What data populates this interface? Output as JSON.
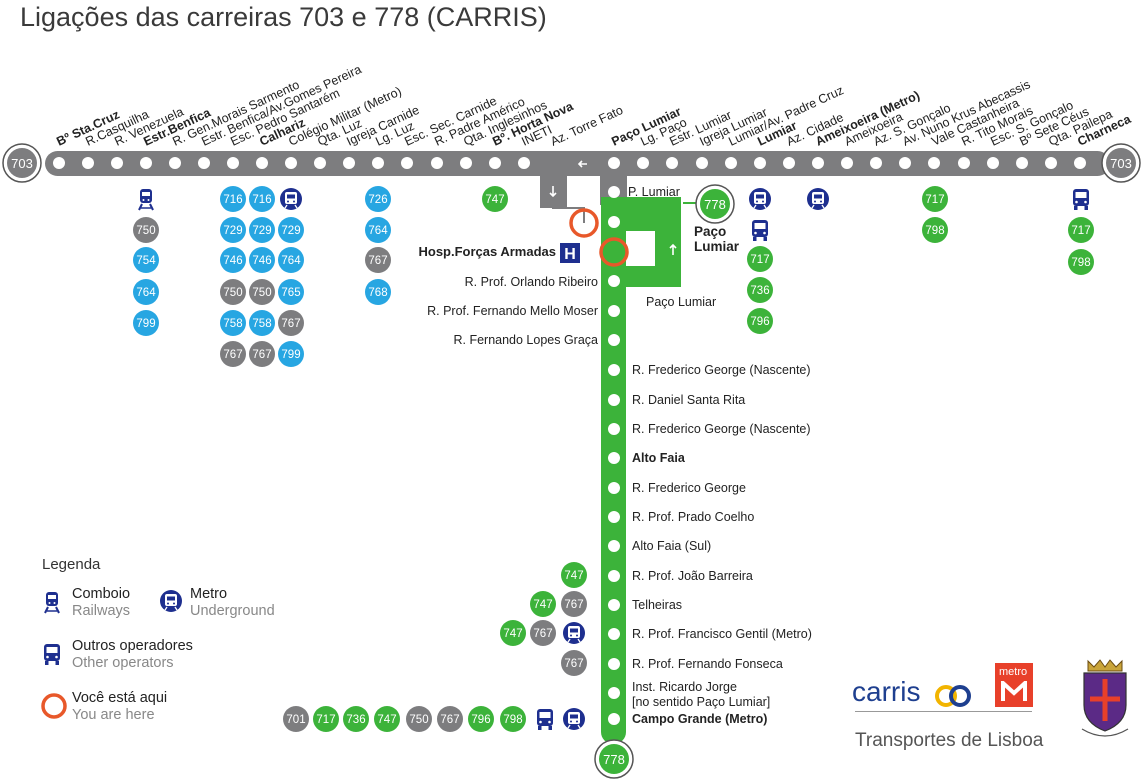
{
  "title": "Ligações das carreiras 703 e 778 (CARRIS)",
  "route_703_label": "703",
  "route_778_label": "778",
  "top_stops": [
    {
      "name": "Bº Sta.Cruz",
      "bold": true
    },
    {
      "name": "R.Casquilha",
      "bold": false
    },
    {
      "name": "R. Venezuela",
      "bold": false
    },
    {
      "name": "Estr.Benfica",
      "bold": true
    },
    {
      "name": "R. Gen.Morais Sarmento",
      "bold": false
    },
    {
      "name": "Estr. Benfica/Av.Gomes Pereira",
      "bold": false
    },
    {
      "name": "Esc. Pedro Santarém",
      "bold": false
    },
    {
      "name": "Calhariz",
      "bold": true
    },
    {
      "name": "Colégio Militar (Metro)",
      "bold": false
    },
    {
      "name": "Qta. Luz",
      "bold": false
    },
    {
      "name": "Igreja Carnide",
      "bold": false
    },
    {
      "name": "Lg. Luz",
      "bold": false
    },
    {
      "name": "Esc. Sec. Carnide",
      "bold": false
    },
    {
      "name": "R. Padre Américo",
      "bold": false
    },
    {
      "name": "Qta. Inglesinhos",
      "bold": false
    },
    {
      "name": "Bº. Horta Nova",
      "bold": true
    },
    {
      "name": "INETI",
      "bold": false
    },
    {
      "name": "Az. Torre Fato",
      "bold": false
    },
    {
      "name": "Paço Lumiar",
      "bold": true
    },
    {
      "name": "Lg. Paço",
      "bold": false
    },
    {
      "name": "Estr. Lumiar",
      "bold": false
    },
    {
      "name": "Igreja Lumiar",
      "bold": false
    },
    {
      "name": "Lumiar/Av. Padre Cruz",
      "bold": false
    },
    {
      "name": "Lumiar",
      "bold": true
    },
    {
      "name": "Az. Cidade",
      "bold": false
    },
    {
      "name": "Ameixoeira (Metro)",
      "bold": true
    },
    {
      "name": "Ameixoeira",
      "bold": false
    },
    {
      "name": "Az. S. Gonçalo",
      "bold": false
    },
    {
      "name": "Av. Nuno Krus Abecassis",
      "bold": false
    },
    {
      "name": "Vale Castanheira",
      "bold": false
    },
    {
      "name": "R. Tito Morais",
      "bold": false
    },
    {
      "name": "Esc. S. Gonçalo",
      "bold": false
    },
    {
      "name": "Bº Sete Céus",
      "bold": false
    },
    {
      "name": "Qta. Pailepa",
      "bold": false
    },
    {
      "name": "Charneca",
      "bold": true
    }
  ],
  "vertical_stops": [
    {
      "name": "P. Lumiar",
      "bold": false
    },
    {
      "name": "R. Frederico George (Nascente)",
      "bold": false
    },
    {
      "name": "R. Daniel Santa Rita",
      "bold": false
    },
    {
      "name": "R. Frederico George (Nascente)",
      "bold": false
    },
    {
      "name": "Alto Faia",
      "bold": true
    },
    {
      "name": "R. Frederico George",
      "bold": false
    },
    {
      "name": "R. Prof. Prado Coelho",
      "bold": false
    },
    {
      "name": "Alto Faia (Sul)",
      "bold": false
    },
    {
      "name": "R. Prof. João Barreira",
      "bold": false
    },
    {
      "name": "Telheiras",
      "bold": false
    },
    {
      "name": "R. Prof. Francisco Gentil (Metro)",
      "bold": false
    },
    {
      "name": "R. Prof. Fernando Fonseca",
      "bold": false
    },
    {
      "name": "Inst. Ricardo Jorge",
      "bold": false
    },
    {
      "name": "[no sentido Paço Lumiar]",
      "bold": false
    },
    {
      "name": "Campo Grande (Metro)",
      "bold": true
    }
  ],
  "left_branch_stops": [
    {
      "name": "Hosp.Forças Armadas",
      "bold": true
    },
    {
      "name": "R. Prof. Orlando Ribeiro",
      "bold": false
    },
    {
      "name": "R. Prof. Fernando Mello Moser",
      "bold": false
    },
    {
      "name": "R. Fernando Lopes Graça",
      "bold": false
    }
  ],
  "paco_lumiar_labels": [
    "Paço",
    "Lumiar",
    "Paço Lumiar"
  ],
  "connections": [
    {
      "value": "750",
      "color": "gray"
    },
    {
      "value": "754",
      "color": "blue"
    },
    {
      "value": "764",
      "color": "blue"
    },
    {
      "value": "799",
      "color": "blue"
    },
    {
      "value": "716",
      "color": "blue"
    },
    {
      "value": "729",
      "color": "blue"
    },
    {
      "value": "746",
      "color": "blue"
    },
    {
      "value": "750",
      "color": "gray"
    },
    {
      "value": "758",
      "color": "blue"
    },
    {
      "value": "767",
      "color": "gray"
    },
    {
      "value": "716",
      "color": "blue"
    },
    {
      "value": "729",
      "color": "blue"
    },
    {
      "value": "746",
      "color": "blue"
    },
    {
      "value": "750",
      "color": "gray"
    },
    {
      "value": "758",
      "color": "blue"
    },
    {
      "value": "767",
      "color": "gray"
    },
    {
      "value": "729",
      "color": "blue"
    },
    {
      "value": "764",
      "color": "blue"
    },
    {
      "value": "765",
      "color": "blue"
    },
    {
      "value": "767",
      "color": "gray"
    },
    {
      "value": "799",
      "color": "blue"
    },
    {
      "value": "726",
      "color": "blue"
    },
    {
      "value": "764",
      "color": "blue"
    },
    {
      "value": "767",
      "color": "gray"
    },
    {
      "value": "768",
      "color": "blue"
    },
    {
      "value": "747",
      "color": "green"
    },
    {
      "value": "717",
      "color": "green"
    },
    {
      "value": "736",
      "color": "green"
    },
    {
      "value": "796",
      "color": "green"
    },
    {
      "value": "717",
      "color": "green"
    },
    {
      "value": "798",
      "color": "green"
    },
    {
      "value": "717",
      "color": "green"
    },
    {
      "value": "798",
      "color": "green"
    },
    {
      "value": "747",
      "color": "green"
    },
    {
      "value": "747",
      "color": "green"
    },
    {
      "value": "767",
      "color": "gray"
    },
    {
      "value": "747",
      "color": "green"
    },
    {
      "value": "767",
      "color": "gray"
    },
    {
      "value": "767",
      "color": "gray"
    },
    {
      "value": "701",
      "color": "gray"
    },
    {
      "value": "717",
      "color": "green"
    },
    {
      "value": "736",
      "color": "green"
    },
    {
      "value": "747",
      "color": "green"
    },
    {
      "value": "750",
      "color": "gray"
    },
    {
      "value": "767",
      "color": "gray"
    },
    {
      "value": "796",
      "color": "green"
    },
    {
      "value": "798",
      "color": "green"
    }
  ],
  "legend": {
    "title": "Legenda",
    "railways": "Comboio",
    "railways_en": "Railways",
    "metro": "Metro",
    "metro_en": "Underground",
    "other": "Outros operadores",
    "other_en": "Other operators",
    "here": "Você está aqui",
    "here_en": "You are here"
  },
  "brand": {
    "carris": "carris",
    "metro": "metro",
    "transportes": "Transportes de Lisboa"
  },
  "hospital_glyph": "H",
  "colors": {
    "trunk_gray": "#7d7d7f",
    "green": "#3cb33a",
    "blue": "#27a6e2",
    "gray": "#7d7d7f",
    "navy": "#1e2f8f",
    "orange": "#e8582a",
    "metro_red": "#e8402a",
    "coat_purple": "#5b2a86"
  },
  "icons": [
    "railways-icon",
    "metro-icon",
    "bus-icon",
    "you-are-here-icon",
    "hospital-icon",
    "arrow-left-icon",
    "arrow-down-icon",
    "arrow-up-icon"
  ]
}
